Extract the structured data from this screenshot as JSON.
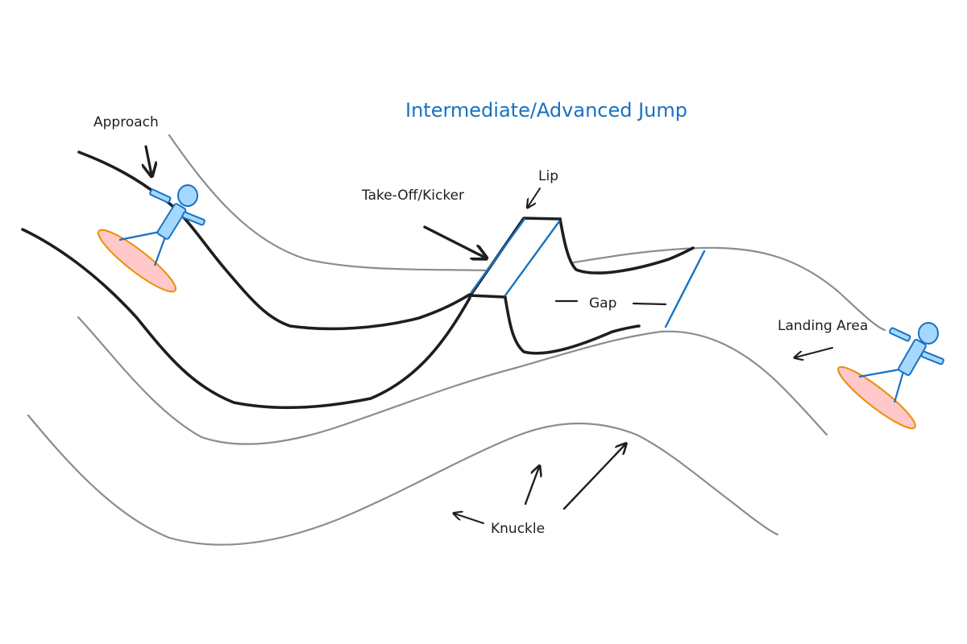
{
  "title": "Intermediate/Advanced Jump",
  "labels": {
    "approach": "Approach",
    "takeoff": "Take-Off/Kicker",
    "lip": "Lip",
    "gap": "Gap",
    "landing": "Landing Area",
    "knuckle": "Knuckle"
  },
  "colors": {
    "title": "#1971c2",
    "ramp_outline": "#1e1e1e",
    "snow_lines": "#868e96",
    "structure_edges": "#1971c2",
    "rider_fill": "#a5d8ff",
    "board_fill": "#ffc9c9",
    "board_stroke": "#f08c00"
  },
  "icons": [
    "snowboarder-icon",
    "snowboard-icon",
    "arrow-icon"
  ]
}
